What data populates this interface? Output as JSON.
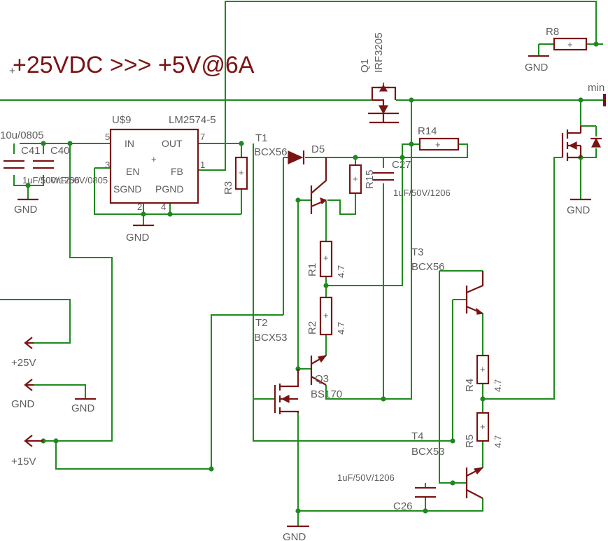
{
  "title": "+25VDC >>> +5V@6A",
  "components": {
    "q1": {
      "ref": "Q1",
      "value": "IRF3205"
    },
    "u9": {
      "ref": "U$9",
      "value": "LM2574-5",
      "pins": {
        "in": "IN",
        "out": "OUT",
        "en": "EN",
        "fb": "FB",
        "sgnd": "SGND",
        "pgnd": "PGND"
      },
      "pin_numbers": [
        "5",
        "7",
        "3",
        "1",
        "2",
        "4"
      ]
    },
    "r8": {
      "ref": "R8"
    },
    "r14": {
      "ref": "R14"
    },
    "r15": {
      "ref": "R15"
    },
    "r3": {
      "ref": "R3"
    },
    "r1": {
      "ref": "R1",
      "value": "4.7"
    },
    "r2": {
      "ref": "R2",
      "value": "4.7"
    },
    "r4": {
      "ref": "R4",
      "value": "4.7"
    },
    "r5": {
      "ref": "R5",
      "value": "4.7"
    },
    "t1": {
      "ref": "T1",
      "value": "BCX56"
    },
    "t2": {
      "ref": "T2",
      "value": "BCX53"
    },
    "t3": {
      "ref": "T3",
      "value": "BCX56"
    },
    "t4": {
      "ref": "T4",
      "value": "BCX53"
    },
    "d5": {
      "ref": "D5"
    },
    "q3": {
      "ref": "Q3",
      "value": "BS170"
    },
    "c27": {
      "ref": "C27",
      "value": "1uF/50V/1206"
    },
    "c26": {
      "ref": "C26",
      "value": "1uF/50V/1206"
    },
    "c41": {
      "ref": "C41",
      "value_overlap": "1uF/50V/1206"
    },
    "c40": {
      "ref": "C40",
      "value_overlap": "100nF/50V/0805"
    },
    "cap_top_left_overlap": "10u/0805"
  },
  "net_labels": {
    "gnd": "GND",
    "plus25": "+25V",
    "plus15": "+15V",
    "min": "min"
  }
}
